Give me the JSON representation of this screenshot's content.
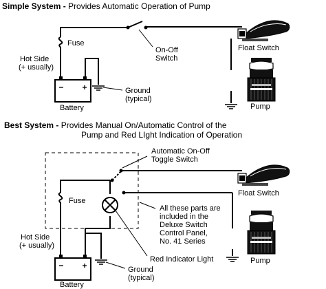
{
  "simple": {
    "title_bold": "Simple System -",
    "title_rest": " Provides Automatic Operation of Pump",
    "fuse": "Fuse",
    "hot_side_1": "Hot Side",
    "hot_side_2": "(+ usually)",
    "battery": "Battery",
    "ground_1": "Ground",
    "ground_2": "(typical)",
    "switch_1": "On-Off",
    "switch_2": "Switch",
    "float_switch": "Float Switch",
    "pump": "Pump"
  },
  "best": {
    "title_bold": "Best System -",
    "title_rest_1": " Provides Manual On/Automatic Control of the",
    "title_rest_2": "Pump and Red LIght Indication of Operation",
    "toggle_1": "Automatic On-Off",
    "toggle_2": "Toggle Switch",
    "fuse": "Fuse",
    "panel_1": "All these parts are",
    "panel_2": "included in the",
    "panel_3": "Deluxe Switch",
    "panel_4": "Control Panel,",
    "panel_5": "No. 41 Series",
    "hot_side_1": "Hot Side",
    "hot_side_2": "(+ usually)",
    "battery": "Battery",
    "red_light": "Red Indicator Light",
    "ground_1": "Ground",
    "ground_2": "(typical)",
    "float_switch": "Float Switch",
    "pump": "Pump"
  }
}
